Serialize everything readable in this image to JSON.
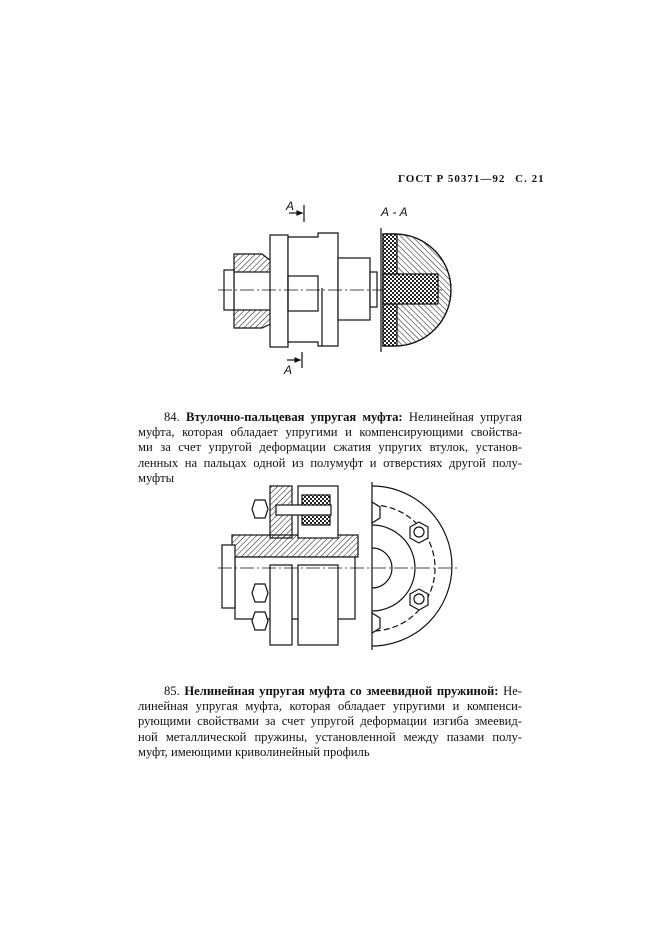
{
  "header": {
    "standard": "ГОСТ Р 50371—92",
    "page": "С. 21"
  },
  "figure1": {
    "section_label_top": "А",
    "section_label_bottom": "А",
    "section_title": "А - А",
    "description": "Drawing of elastic coupling with section A-A"
  },
  "paragraphs": [
    {
      "number": "84.",
      "term": "Втулочно-пальцевая упругая муфта:",
      "lines": [
        "Нелинейная упругая",
        "муфта, которая обладает упругими и компенсирующими свойства-",
        "ми за счет упругой деформации сжатия упругих втулок, установ-",
        "ленных на пальцах одной из полумуфт и отверстиях другой полу-",
        "муфты"
      ]
    },
    {
      "number": "85.",
      "term": "Нелинейная упругая муфта со змеевидной пружиной:",
      "lines": [
        "Не-",
        "линейная упругая муфта, которая обладает упругими и компенси-",
        "рующими свойствами за счет упругой деформации изгиба змеевид-",
        "ной металлической пружины, установленной между пазами полу-",
        "муфт, имеющими криволинейный профиль"
      ]
    }
  ],
  "figure2": {
    "description": "Drawing of bushing-pin elastic coupling with side view of bolts"
  }
}
